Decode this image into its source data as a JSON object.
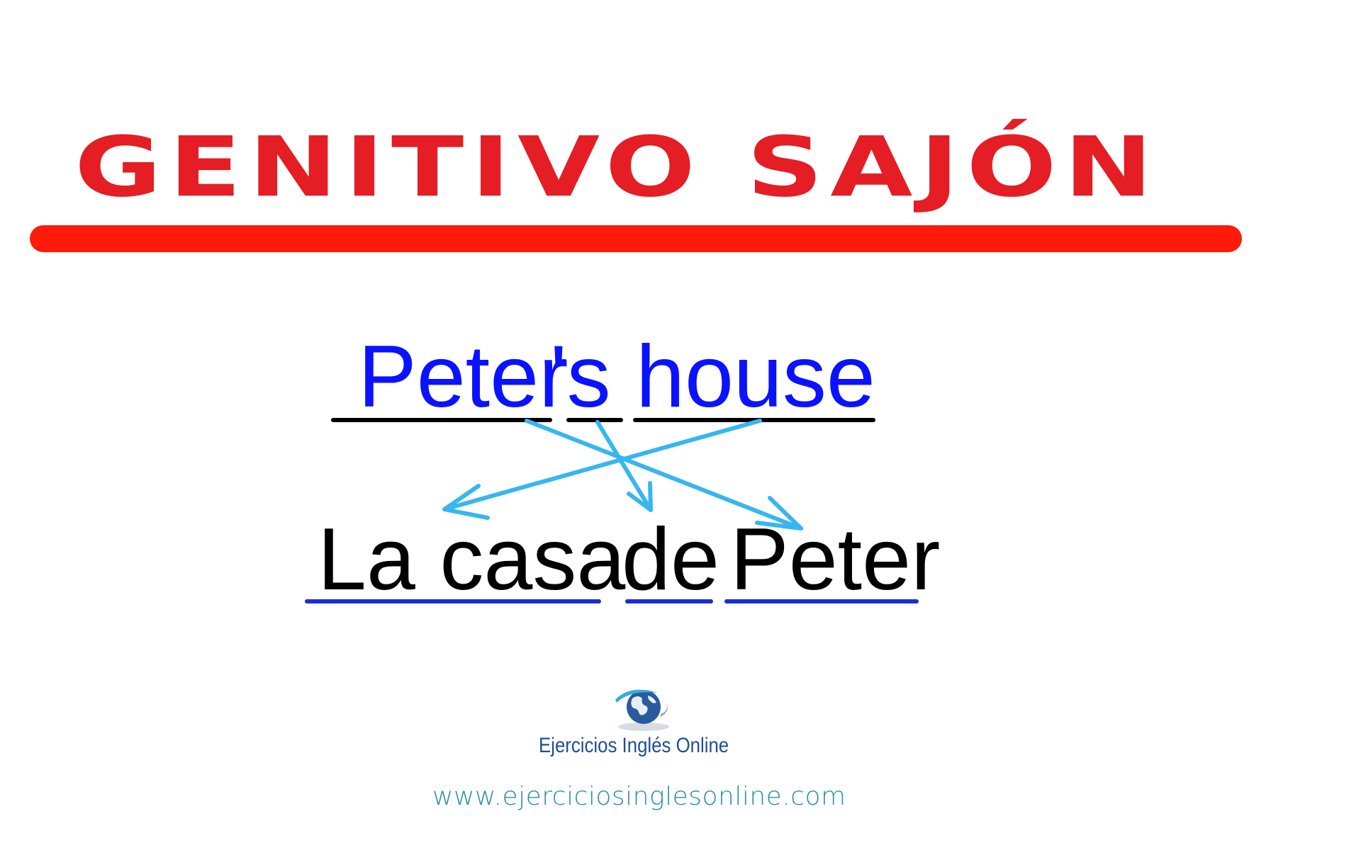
{
  "title": "GENITIVO SAJÓN",
  "english_phrase": {
    "parts": [
      "Peter",
      "'s",
      "house"
    ]
  },
  "spanish_phrase": {
    "parts": [
      "La casa",
      "de",
      "Peter"
    ]
  },
  "logo": {
    "icon": "globe-icon",
    "name": "Ejercicios Inglés Online"
  },
  "url": "www.ejerciciosinglesonline.com",
  "colors": {
    "title": "#e41e24",
    "title_bar": "#ff1a0a",
    "english_text": "#0a12ff",
    "spanish_text": "#000000",
    "english_underline": "#000000",
    "spanish_underline": "#1a2fd6",
    "arrows": "#38b6f0",
    "logo_text": "#1d4f92",
    "url_text": "#2a8fa8"
  }
}
